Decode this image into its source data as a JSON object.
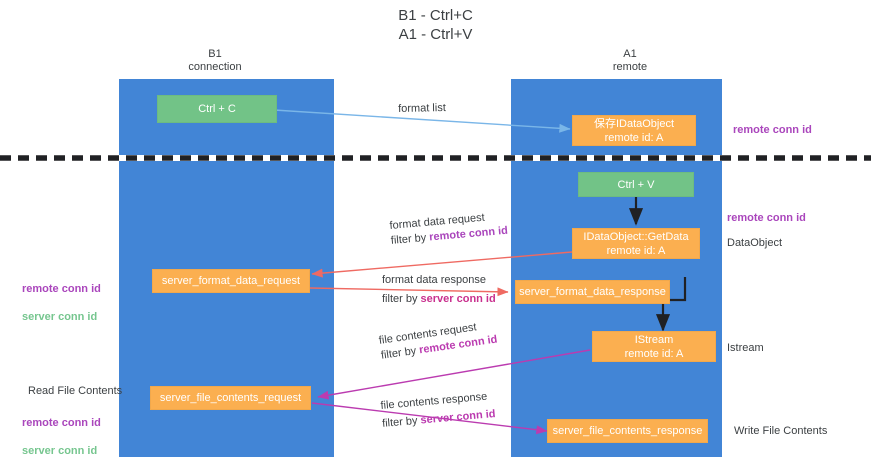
{
  "title": "B1 - Ctrl+C\nA1 - Ctrl+V",
  "columns": [
    {
      "name": "b1",
      "label": "B1\nconnection"
    },
    {
      "name": "a1",
      "label": "A1\nremote"
    }
  ],
  "nodes": [
    {
      "name": "ctrl-c-node",
      "label": "Ctrl + C"
    },
    {
      "name": "save-idataobject-node",
      "label": "保存IDataObject\nremote id: A"
    },
    {
      "name": "ctrl-v-node",
      "label": "Ctrl + V"
    },
    {
      "name": "idataobject-getdata-node",
      "label": "IDataObject::GetData\nremote id: A"
    },
    {
      "name": "server-format-data-request-node",
      "label": "server_format_data_request"
    },
    {
      "name": "server-format-data-response-node",
      "label": "server_format_data_response"
    },
    {
      "name": "istream-node",
      "label": "IStream\nremote id: A"
    },
    {
      "name": "server-file-contents-request-node",
      "label": "server_file_contents_request"
    },
    {
      "name": "server-file-contents-response-node",
      "label": "server_file_contents_response"
    }
  ],
  "right_labels": [
    {
      "name": "right-label-remote-conn-id-1",
      "text": "remote conn id"
    },
    {
      "name": "right-label-remote-conn-id-2",
      "text": "remote conn id"
    },
    {
      "name": "right-label-dataobject",
      "text": "DataObject"
    },
    {
      "name": "right-label-istream",
      "text": "Istream"
    },
    {
      "name": "right-label-write-file",
      "text": "Write File Contents"
    }
  ],
  "left_labels": [
    {
      "name": "left-label-conn-ids",
      "remote": "remote conn id",
      "server": "server conn id"
    },
    {
      "name": "left-label-read-file",
      "text": "Read File Contents"
    },
    {
      "name": "left-label-conn-ids-2",
      "remote": "remote conn id",
      "server": "server conn id"
    }
  ],
  "edges": [
    {
      "name": "edge-format-list",
      "line1": "format list",
      "line2": "",
      "highlight": ""
    },
    {
      "name": "edge-format-data-request",
      "line1": "format data request",
      "line2_prefix": "filter by ",
      "line2_highlight": "remote conn id"
    },
    {
      "name": "edge-format-data-response",
      "line1": "format data response",
      "line2_prefix": "filter by ",
      "line2_highlight": "server conn id"
    },
    {
      "name": "edge-file-contents-request",
      "line1": "file contents request",
      "line2_prefix": "filter by ",
      "line2_highlight": "remote conn id"
    },
    {
      "name": "edge-file-contents-response",
      "line1": "file contents response",
      "line2_prefix": "filter by ",
      "line2_highlight": "server conn id"
    }
  ],
  "colors": {
    "lane": "#4285d6",
    "node_green": "#72c387",
    "node_orange": "#fbaf50",
    "accent_purple": "#aa46bc",
    "accent_green": "#76c68f",
    "accent_pink": "#c9308e",
    "arrow_blue": "#7ab6e8",
    "arrow_red": "#ef6a62",
    "arrow_magenta": "#bb3bb0",
    "arrow_black": "#202124",
    "text": "#3c4043",
    "background": "#ffffff"
  }
}
